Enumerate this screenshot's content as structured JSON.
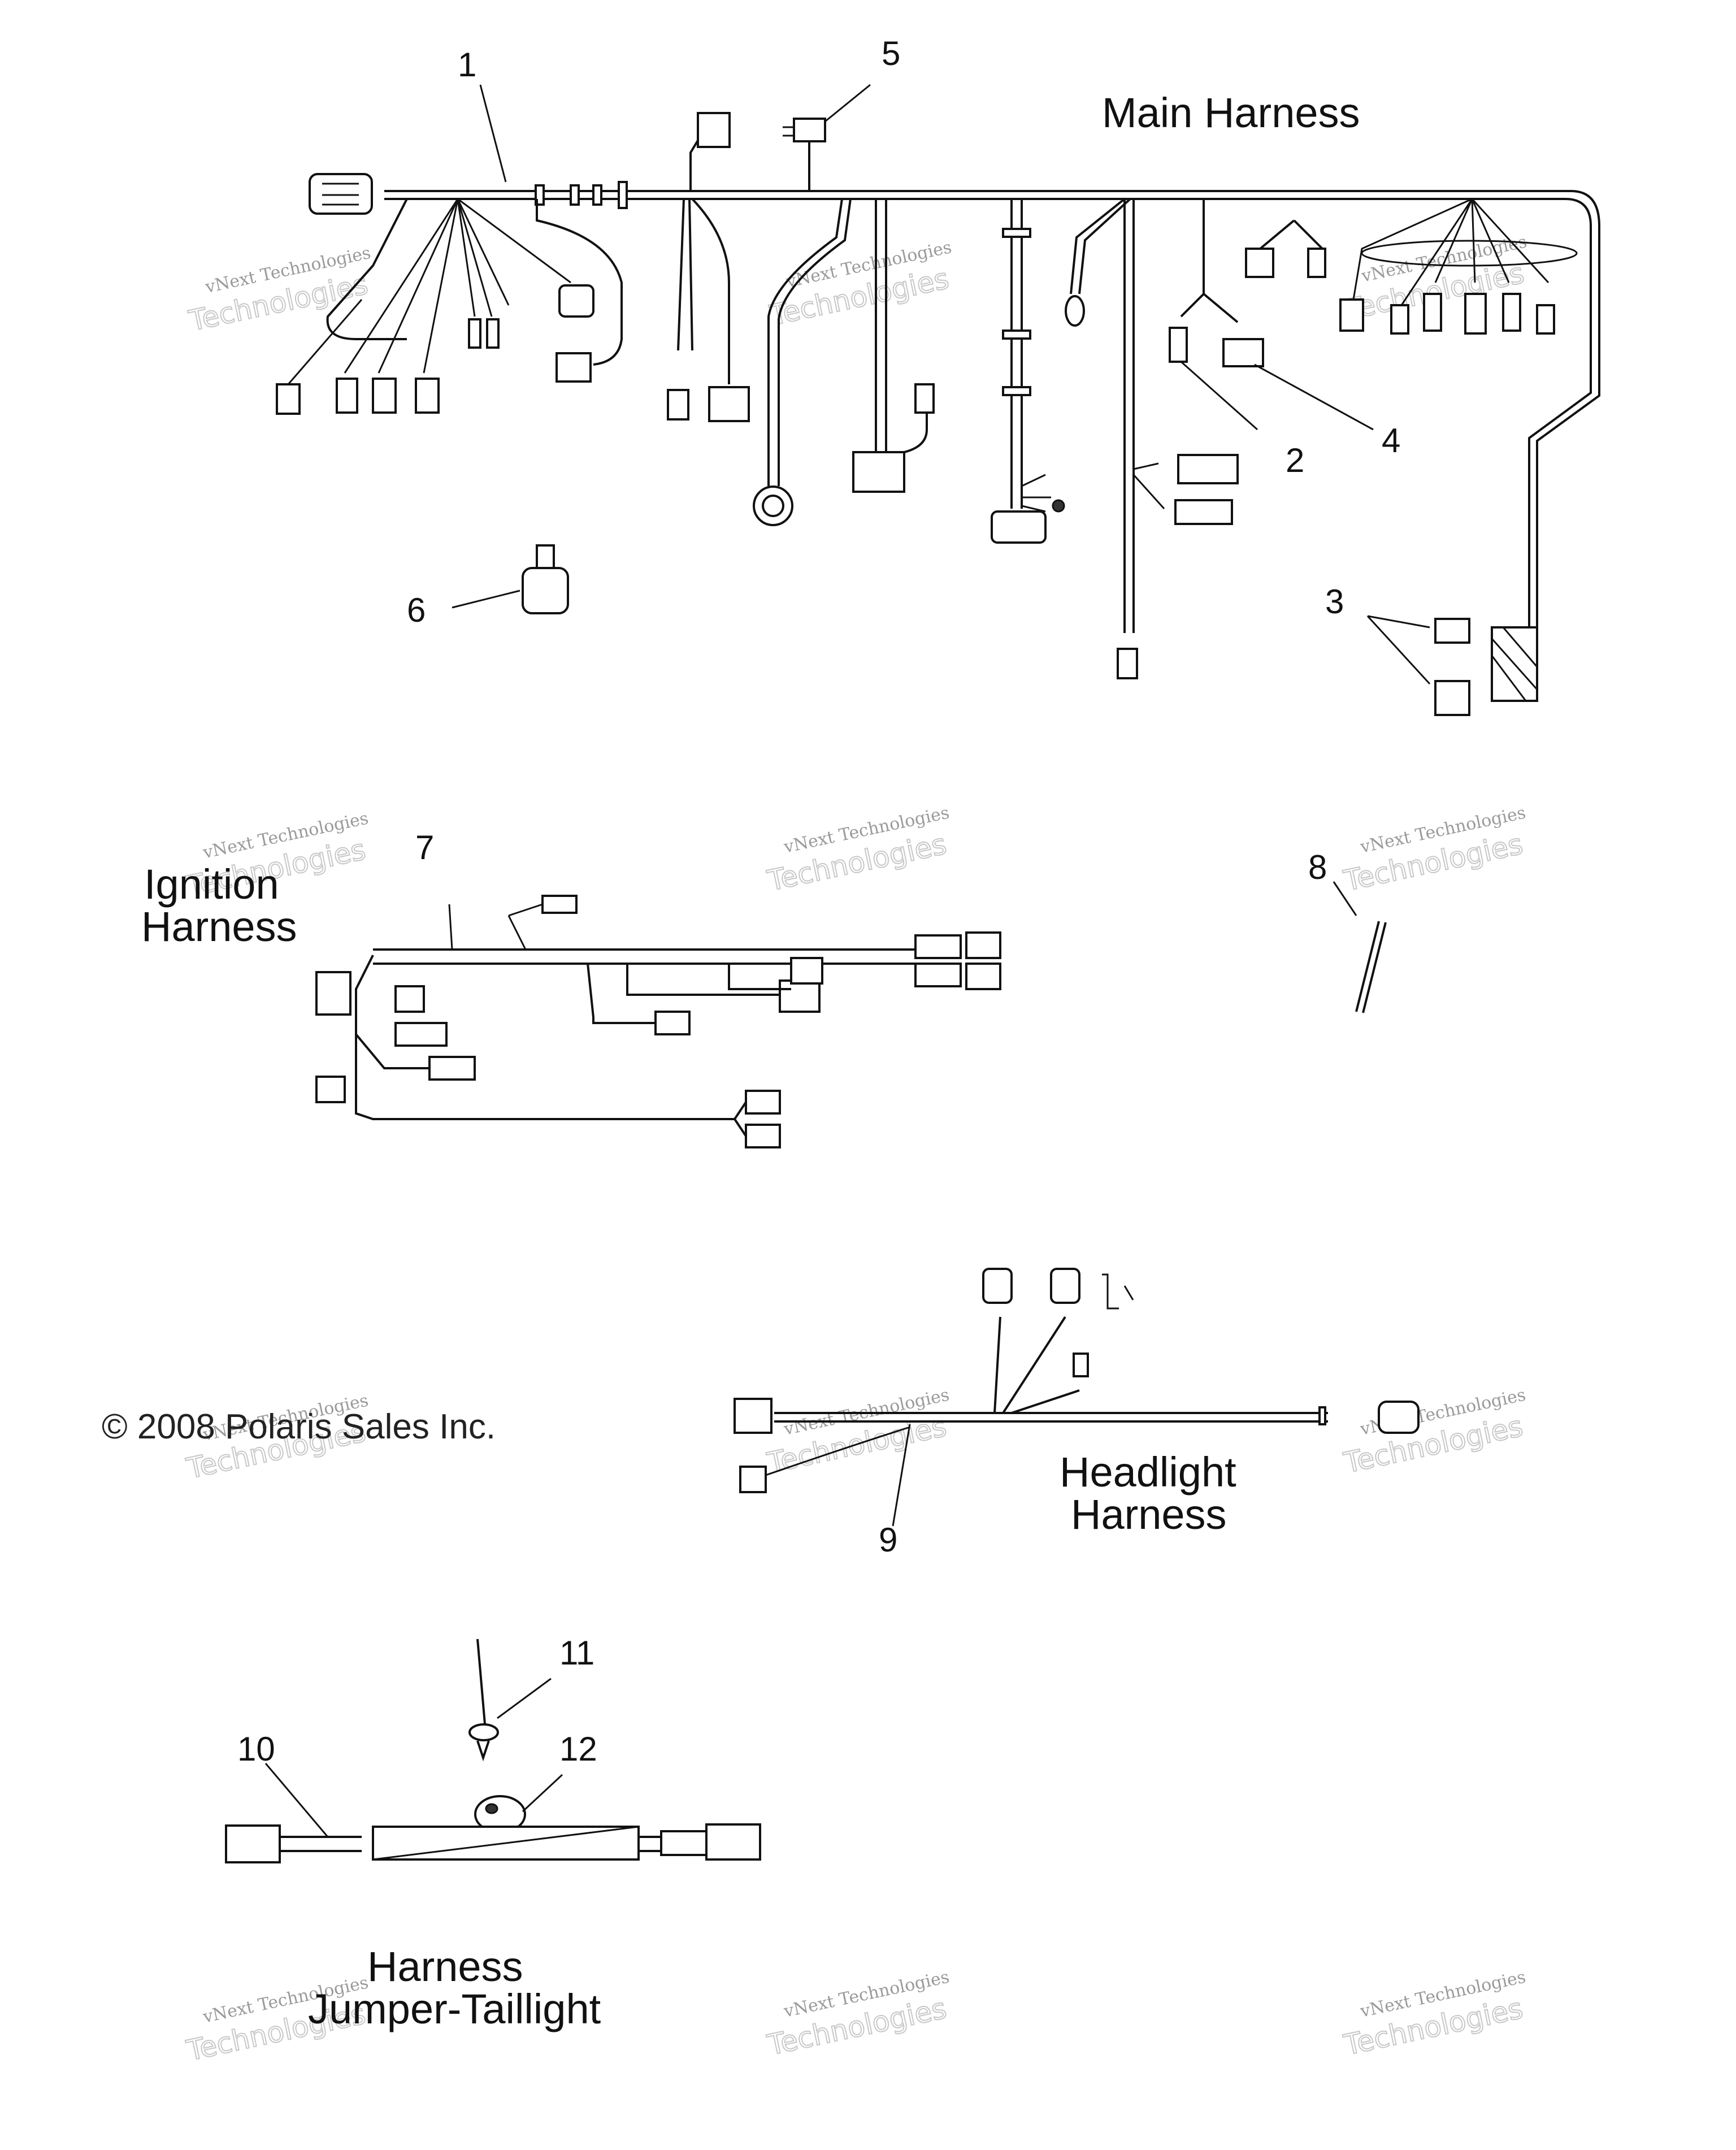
{
  "titles": {
    "main": "Main Harness",
    "ignition": "Ignition Harness",
    "headlight": "Headlight Harness",
    "taillight": "Harness Jumper-Taillight"
  },
  "copyright": "© 2008 Polaris Sales Inc.",
  "watermark": {
    "line1": "vNext Technologies",
    "line2": "Technologies"
  },
  "callouts": [
    "1",
    "2",
    "3",
    "4",
    "5",
    "6",
    "7",
    "8",
    "9",
    "10",
    "11",
    "12"
  ]
}
